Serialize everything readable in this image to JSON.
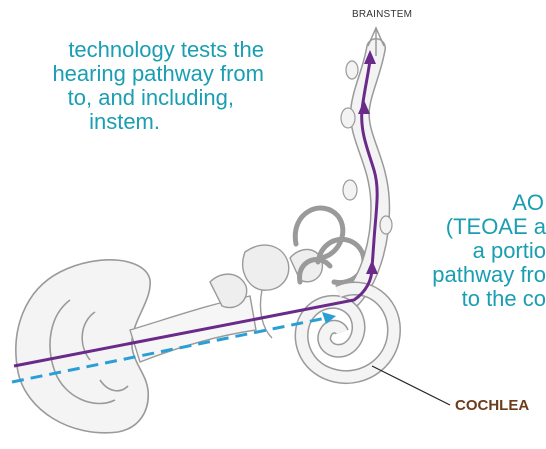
{
  "labels": {
    "brainstem": "BRAINSTEM",
    "cochlea": "COCHLEA"
  },
  "left_caption": {
    "lines": [
      "technology tests the",
      "hearing pathway from",
      "to, and including,",
      "instem."
    ]
  },
  "right_caption": {
    "lines": [
      "AO",
      "(TEOAE a",
      "a portio",
      "pathway fro",
      "to the co"
    ]
  },
  "colors": {
    "caption_text": "#1a9eb2",
    "abr_pathway": "#6a2a8a",
    "oae_pathway": "#2a9fd6",
    "cochlea_label": "#6b3d1c",
    "anatomy_outline": "#9a9a9a"
  }
}
